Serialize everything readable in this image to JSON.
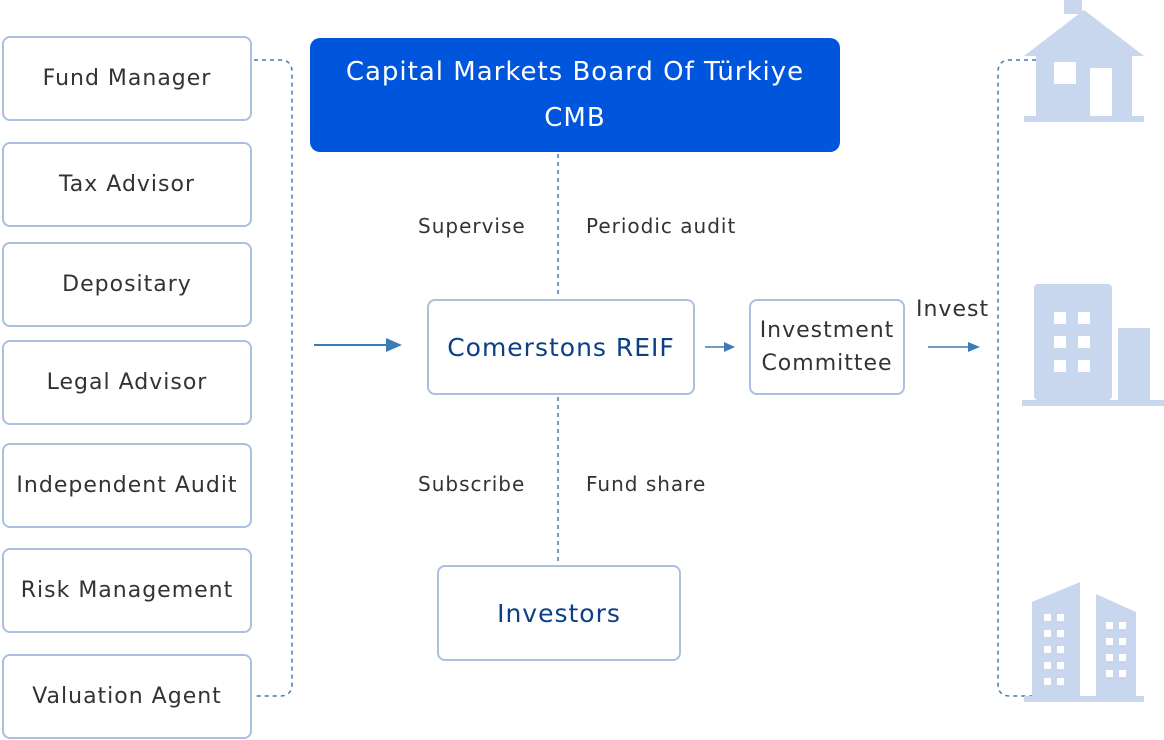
{
  "service_providers": [
    "Fund Manager",
    "Tax Advisor",
    "Depositary",
    "Legal Advisor",
    "Independent Audit",
    "Risk Management",
    "Valuation Agent"
  ],
  "regulator": {
    "line1": "Capital Markets Board Of Türkiye",
    "line2": "CMB"
  },
  "fund": {
    "name": "Comerstons REIF"
  },
  "committee": {
    "line1": "Investment",
    "line2": "Committee"
  },
  "investors": {
    "name": "Investors"
  },
  "edge_labels": {
    "supervise": "Supervise",
    "periodic_audit": "Periodic audit",
    "subscribe": "Subscribe",
    "fund_share": "Fund share",
    "invest": "Invest"
  },
  "assets": [
    "house-icon",
    "office-building-icon",
    "high-rise-icon"
  ],
  "colors": {
    "regulator_fill": "#0055dd",
    "box_border": "#a9c1de",
    "connector": "#3d7ab8",
    "asset_icon": "#c9d7ee",
    "fund_text": "#0b3f86"
  }
}
